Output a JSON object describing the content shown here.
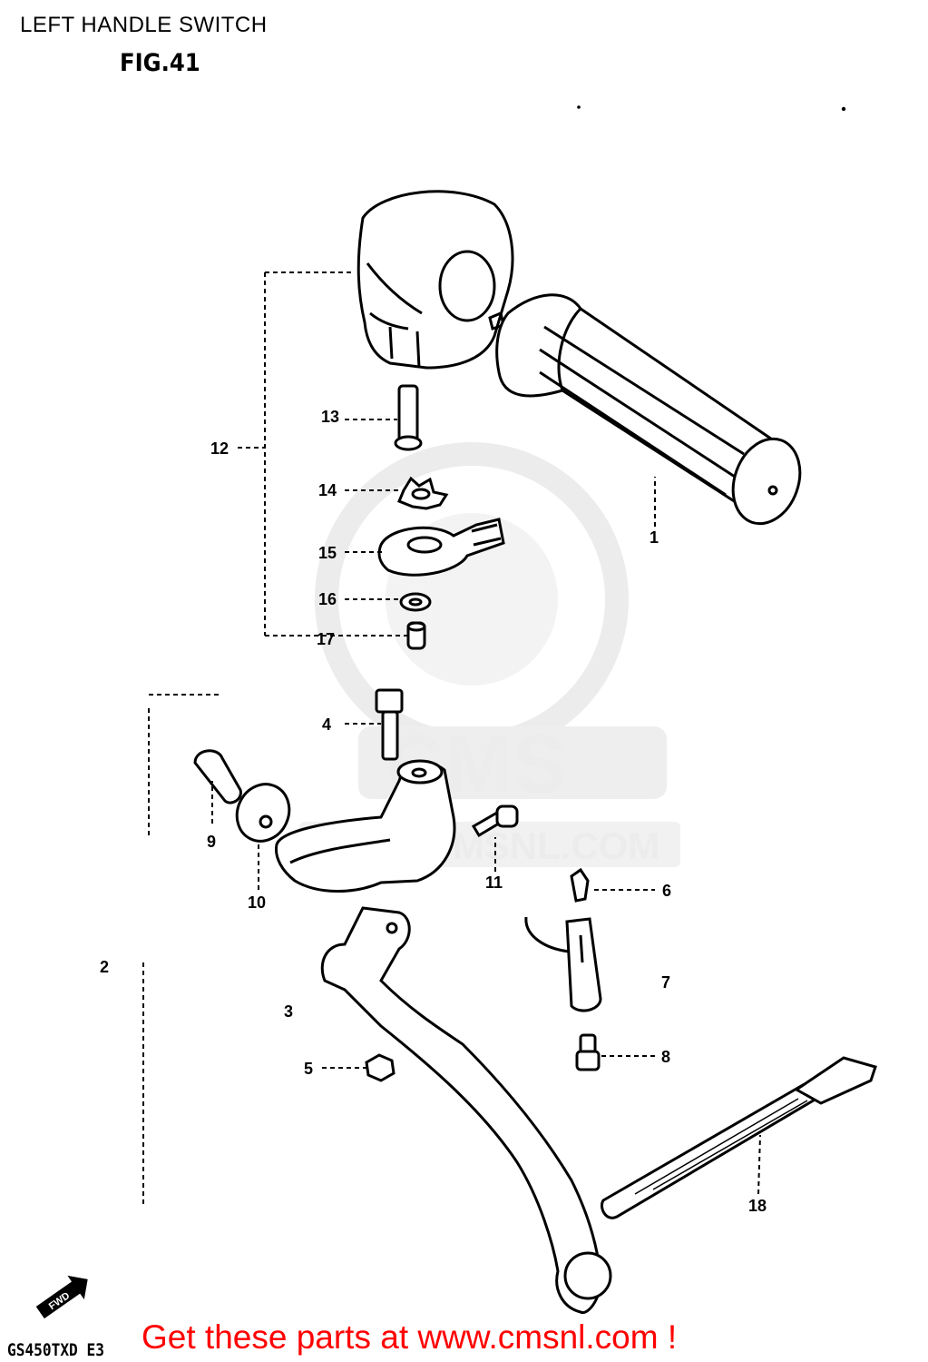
{
  "header": {
    "title": "LEFT HANDLE SWITCH",
    "figure": "FIG.41"
  },
  "watermark": {
    "logo_text": "CMS",
    "url_text": "WWW.CMSNL.COM"
  },
  "callouts": {
    "c1": "1",
    "c2": "2",
    "c3": "3",
    "c4": "4",
    "c5": "5",
    "c6": "6",
    "c7": "7",
    "c8": "8",
    "c9": "9",
    "c10": "10",
    "c11": "11",
    "c12": "12",
    "c13": "13",
    "c14": "14",
    "c15": "15",
    "c16": "16",
    "c17": "17",
    "c18": "18"
  },
  "fwd_badge": "FWD",
  "model_code": "GS450TXD E3",
  "cta": "Get these parts at www.cmsnl.com !"
}
